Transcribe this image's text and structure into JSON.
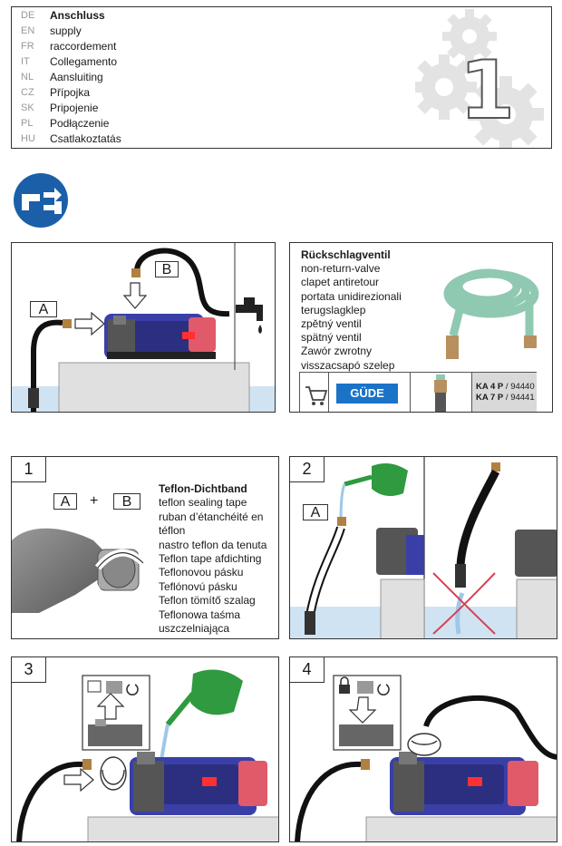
{
  "header": {
    "languages": [
      {
        "code": "DE",
        "text": "Anschluss"
      },
      {
        "code": "EN",
        "text": "supply"
      },
      {
        "code": "FR",
        "text": "raccordement"
      },
      {
        "code": "IT",
        "text": "Collegamento"
      },
      {
        "code": "NL",
        "text": "Aansluiting"
      },
      {
        "code": "CZ",
        "text": "Přípojka"
      },
      {
        "code": "SK",
        "text": "Pripojenie"
      },
      {
        "code": "PL",
        "text": "Podłączenie"
      },
      {
        "code": "HU",
        "text": "Csatlakoztatás"
      }
    ],
    "section_number": "1"
  },
  "overview": {
    "label_a": "A",
    "label_b": "B"
  },
  "valve": {
    "title": "Rückschlagventil",
    "translations": [
      "non-return-valve",
      "clapet antiretour",
      "portata unidirezionali",
      "terugslagklep",
      "zpětný ventil",
      "spätný ventil",
      "Zawór zwrotny",
      "visszacsapó szelep"
    ],
    "brand": "GÜDE",
    "model1": "KA 4 P",
    "code1": "/ 94440",
    "model2": "KA 7 P",
    "code2": "/ 94441"
  },
  "step1": {
    "number": "1",
    "label_a": "A",
    "plus": "+",
    "label_b": "B",
    "title": "Teflon-Dichtband",
    "translations": [
      "teflon sealing tape",
      "ruban d’étanchéité en",
      "téflon",
      "nastro teflon da tenuta",
      "Teflon tape afdichting",
      "Teflonovou pásku",
      "Teflónovú pásku",
      "Teflon tömítő szalag",
      "Teflonowa taśma",
      "uszczelniająca"
    ]
  },
  "step2": {
    "number": "2",
    "label_a": "A"
  },
  "step3": {
    "number": "3"
  },
  "step4": {
    "number": "4"
  },
  "colors": {
    "pump_blue": "#3a3fa8",
    "pump_red": "#e05a6a",
    "hose_green": "#8fc9b1",
    "icon_blue": "#1b5fa8",
    "watering_can": "#2f9a3f",
    "water": "#cfe3f3",
    "cross_red": "#d94050"
  }
}
